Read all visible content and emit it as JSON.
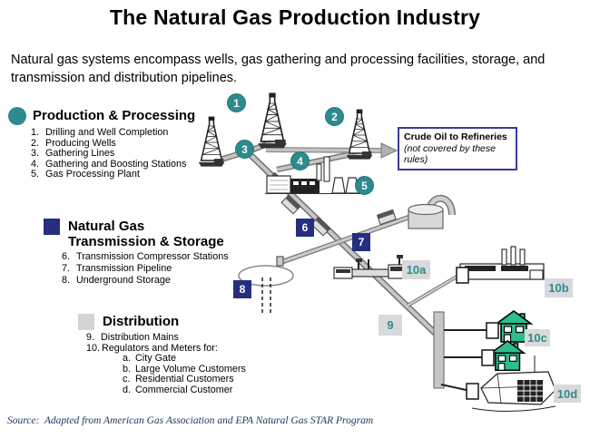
{
  "title": "The Natural Gas Production Industry",
  "subtitle": "Natural gas systems encompass wells, gas gathering and processing facilities, storage, and transmission and distribution pipelines.",
  "colors": {
    "teal_marker": "#2D8A8D",
    "navy_marker": "#252F7F",
    "gray_marker_bg": "#D9D9D9",
    "gray_marker_text": "#2E8B8E",
    "callout_border": "#3A3A9E",
    "house_green": "#2EBE8C",
    "source_text": "#1F3864"
  },
  "legend": {
    "production": {
      "icon": "teal-circle",
      "title": "Production & Processing",
      "items": [
        {
          "num": "1.",
          "text": "Drilling and Well Completion"
        },
        {
          "num": "2.",
          "text": "Producing Wells"
        },
        {
          "num": "3.",
          "text": "Gathering Lines"
        },
        {
          "num": "4.",
          "text": "Gathering and Boosting Stations"
        },
        {
          "num": "5.",
          "text": "Gas Processing Plant"
        }
      ]
    },
    "transmission": {
      "icon": "navy-square",
      "title_line1": "Natural Gas",
      "title_line2": "Transmission & Storage",
      "items": [
        {
          "num": "6.",
          "text": "Transmission Compressor Stations"
        },
        {
          "num": "7.",
          "text": "Transmission Pipeline"
        },
        {
          "num": "8.",
          "text": "Underground Storage"
        }
      ]
    },
    "distribution": {
      "icon": "gray-square",
      "title": "Distribution",
      "items": [
        {
          "num": "9.",
          "text": "Distribution Mains"
        },
        {
          "num": "10.",
          "text": "Regulators and Meters for:"
        }
      ],
      "sub_items": [
        {
          "num": "a.",
          "text": "City Gate"
        },
        {
          "num": "b.",
          "text": "Large Volume Customers"
        },
        {
          "num": "c.",
          "text": "Residential Customers"
        },
        {
          "num": "d.",
          "text": "Commercial Customer"
        }
      ]
    }
  },
  "callout": {
    "title": "Crude Oil to Refineries",
    "note": "(not covered by these rules)"
  },
  "markers": {
    "m1": "1",
    "m2": "2",
    "m3": "3",
    "m4": "4",
    "m5": "5",
    "m6": "6",
    "m7": "7",
    "m8": "8",
    "m9": "9",
    "m10a": "10a",
    "m10b": "10b",
    "m10c": "10c",
    "m10d": "10d"
  },
  "source": "Source:  Adapted from American Gas Association and EPA Natural Gas STAR Program"
}
